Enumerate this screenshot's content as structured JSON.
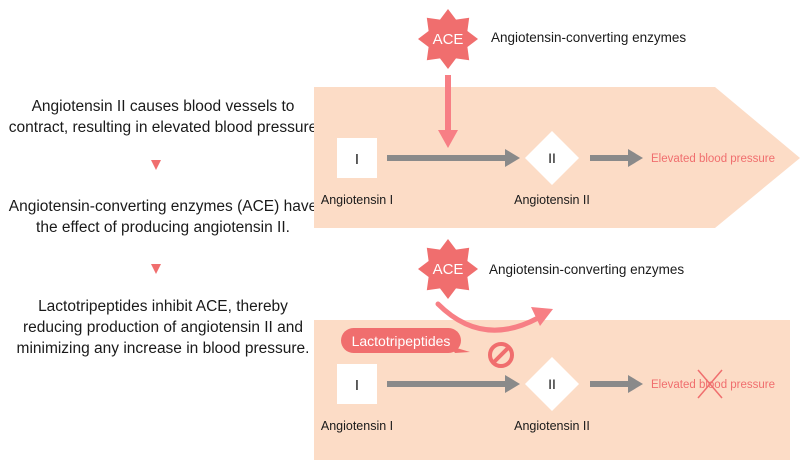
{
  "left_steps": [
    "Angiotensin II causes blood vessels to contract, resulting in elevated blood pressure",
    "Angiotensin-converting enzymes (ACE) have the effect of producing angiotensin II.",
    "Lactotripeptides inhibit ACE, thereby reducing production of angiotensin II and minimizing any increase in blood pressure."
  ],
  "ace_label": "ACE",
  "ace_desc": "Angiotensin-converting enzymes",
  "node_angiotensin_1": "I",
  "node_angiotensin_2": "II",
  "label_angiotensin_1": "Angiotensin I",
  "label_angiotensin_2": "Angiotensin II",
  "elevated_bp": "Elevated blood pressure",
  "lactotripeptides": "Lactotripeptides",
  "colors": {
    "panel": "#fcdcc6",
    "accent": "#f06e6e",
    "arrow_gray": "#8a8a8a",
    "node_bg": "#ffffff"
  }
}
